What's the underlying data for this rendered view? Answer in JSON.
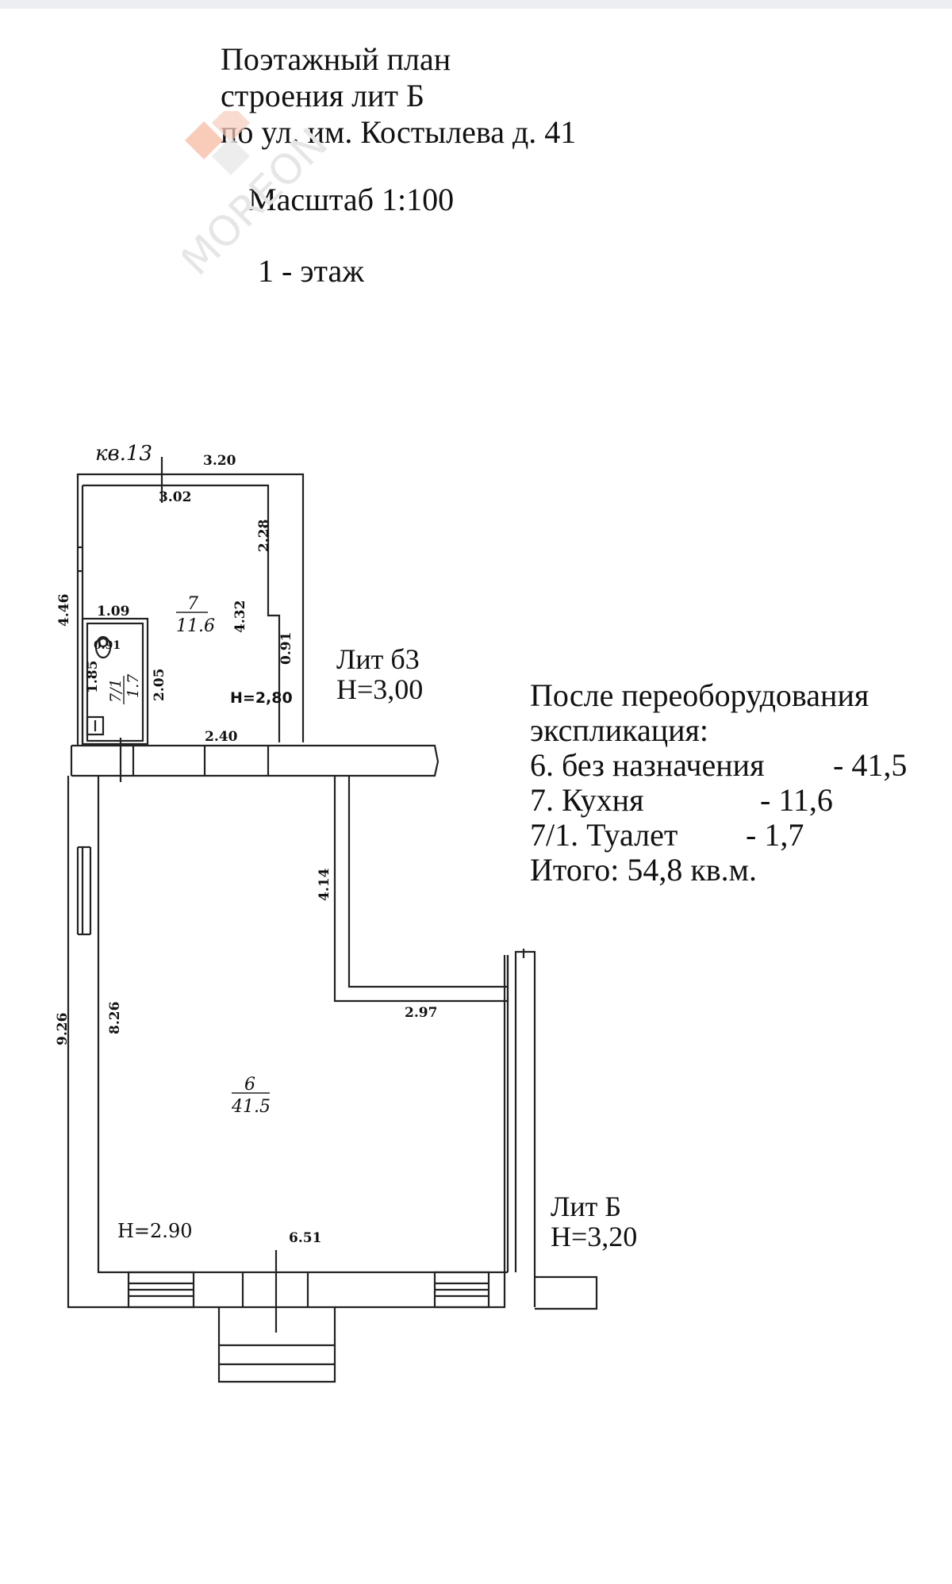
{
  "header": {
    "title_line1": "Поэтажный план",
    "title_line2": "строения лит Б",
    "title_line3": "по ул. им. Костылева д. 41",
    "scale": "Масштаб 1:100",
    "floor": "1 - этаж"
  },
  "watermark": {
    "text": "MOREON",
    "colors": [
      "#f7b79c",
      "#f6ccbc",
      "#e9e9ea"
    ]
  },
  "labels": {
    "apartment": "кв.13",
    "lit_b3_name": "Лит б3",
    "lit_b3_height": "Н=3,00",
    "lit_b_name": "Лит Б",
    "lit_b_height": "Н=3,20",
    "h_kitchen": "Н=2,80",
    "h_main": "Н=2.90"
  },
  "rooms": [
    {
      "number": "7",
      "area": "11.6"
    },
    {
      "number": "7/1",
      "area": "1.7"
    },
    {
      "number": "6",
      "area": "41.5"
    }
  ],
  "dimensions": {
    "d320": "3.20",
    "d302": "3.02",
    "d228": "2.28",
    "d446": "4.46",
    "d109": "1.09",
    "d091a": "0.91",
    "d091b": "0.91",
    "d432": "4.32",
    "d185": "1.85",
    "d205": "2.05",
    "d240": "2.40",
    "d414": "4.14",
    "d297": "2.97",
    "d926": "9.26",
    "d826": "8.26",
    "d651": "6.51"
  },
  "explication": {
    "heading1": "После переоборудования",
    "heading2": "экспликация:",
    "items": [
      {
        "label": "6.  без назначения",
        "value": "- 41,5"
      },
      {
        "label": "7.  Кухня",
        "value": "-   11,6"
      },
      {
        "label": "7/1.  Туалет",
        "value": "- 1,7"
      }
    ],
    "total": "Итого:   54,8 кв.м."
  }
}
